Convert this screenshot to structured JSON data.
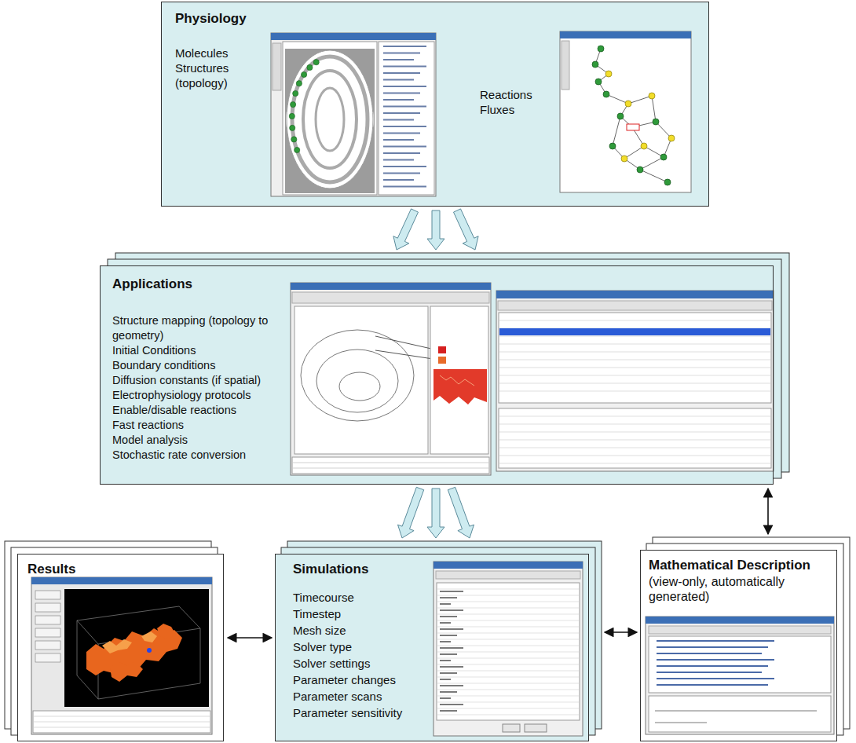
{
  "diagram": {
    "nodes": [
      {
        "text": [
          "Physiology",
          "Molecules Structures (topology)",
          "Reactions Fluxes"
        ]
      },
      {
        "text": [
          "Applications",
          "Structure mapping (topology to geometry)",
          "Initial Conditions",
          "Boundary conditions",
          "Diffusion constants (if spatial)",
          "Electrophysiology protocols",
          "Enable/disable reactions",
          "Fast reactions",
          "Model analysis",
          "Stochastic rate conversion"
        ]
      },
      {
        "text": [
          "Results"
        ]
      },
      {
        "text": [
          "Simulations",
          "Timecourse",
          "Timestep",
          "Mesh size",
          "Solver type",
          "Solver settings",
          "Parameter changes",
          "Parameter scans",
          "Parameter sensitivity"
        ]
      },
      {
        "text": [
          "Mathematical Description",
          "(view-only, automatically generated)"
        ]
      }
    ],
    "edges": [
      {
        "from": 0,
        "to": 1,
        "arrow": "to"
      },
      {
        "from": 0,
        "to": 1,
        "arrow": "to"
      },
      {
        "from": 0,
        "to": 1,
        "arrow": "to"
      },
      {
        "from": 1,
        "to": 3,
        "arrow": "to"
      },
      {
        "from": 1,
        "to": 3,
        "arrow": "to"
      },
      {
        "from": 1,
        "to": 3,
        "arrow": "to"
      },
      {
        "from": 3,
        "to": 2,
        "arrow": "both"
      },
      {
        "from": 3,
        "to": 4,
        "arrow": "both"
      },
      {
        "from": 1,
        "to": 4,
        "arrow": "both"
      }
    ]
  }
}
